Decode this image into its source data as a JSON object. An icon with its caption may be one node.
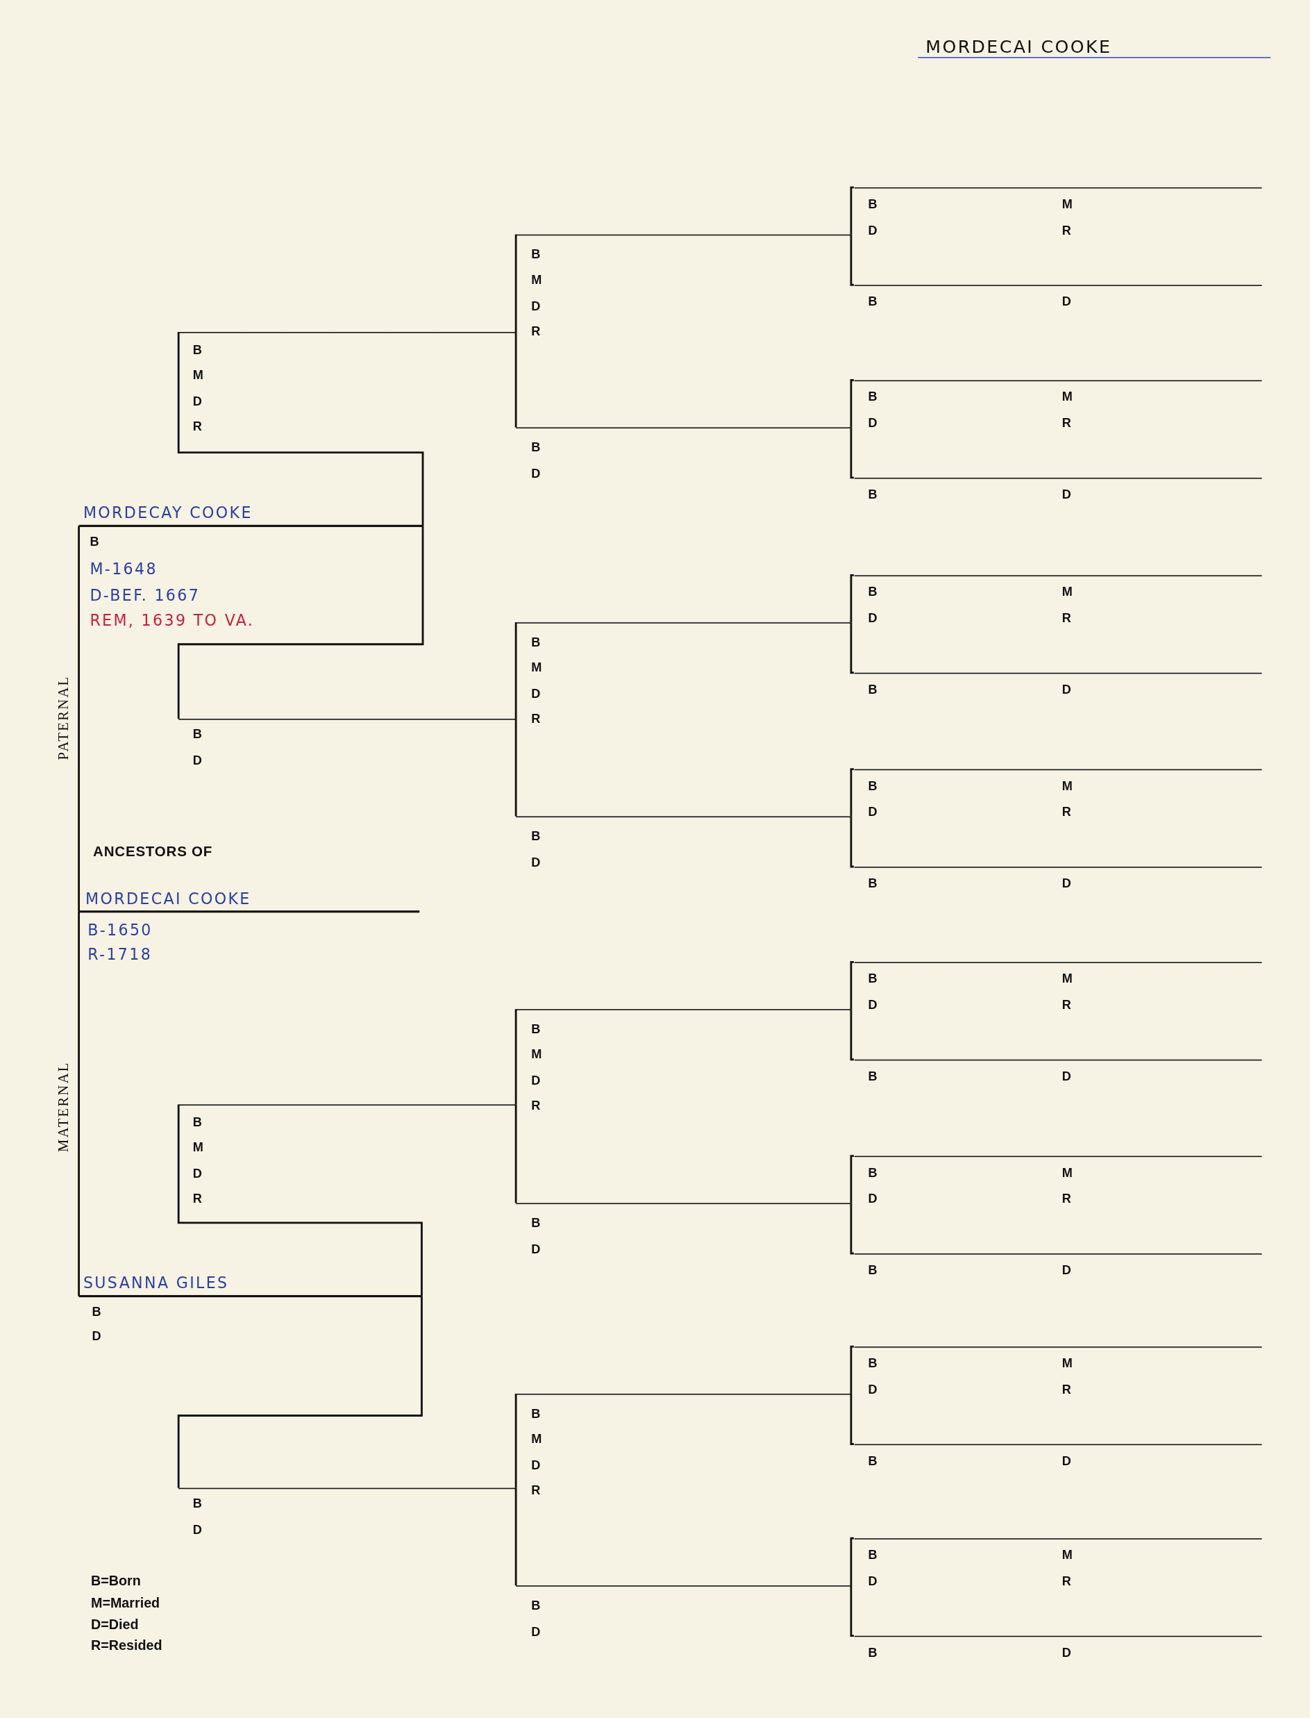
{
  "diagram": {
    "title": "MORDECAI COOKE",
    "nodes": [
      {
        "text": [
          "MORDECAI COOKE",
          "B-1650",
          "R-1718"
        ]
      },
      {
        "text": [
          "MORDECAY COOKE",
          "B",
          "M-1648",
          "D-BEF. 1667",
          "REM, 1639 TO VA."
        ]
      },
      {
        "text": [
          "SUSANNA GILES",
          "B",
          "D"
        ]
      },
      {
        "text": [
          "B",
          "M",
          "D",
          "R"
        ]
      },
      {
        "text": [
          "B",
          "D"
        ]
      },
      {
        "text": [
          "B",
          "M",
          "D",
          "R"
        ]
      },
      {
        "text": [
          "B",
          "D"
        ]
      },
      {
        "text": [
          "B",
          "M",
          "D",
          "R"
        ]
      },
      {
        "text": [
          "B",
          "D"
        ]
      },
      {
        "text": [
          "B",
          "M",
          "D",
          "R"
        ]
      },
      {
        "text": [
          "B",
          "D"
        ]
      },
      {
        "text": [
          "B",
          "M",
          "D",
          "R"
        ]
      },
      {
        "text": [
          "B",
          "D"
        ]
      },
      {
        "text": [
          "B",
          "M",
          "D",
          "R"
        ]
      },
      {
        "text": [
          "B",
          "D"
        ]
      },
      {
        "text": [
          "B",
          "M",
          "D",
          "R"
        ]
      },
      {
        "text": [
          "B",
          "D"
        ]
      },
      {
        "text": [
          "B",
          "M",
          "D",
          "R"
        ]
      },
      {
        "text": [
          "B",
          "D"
        ]
      },
      {
        "text": [
          "B",
          "M",
          "D",
          "R"
        ]
      },
      {
        "text": [
          "B",
          "D"
        ]
      },
      {
        "text": [
          "B",
          "M",
          "D",
          "R"
        ]
      },
      {
        "text": [
          "B",
          "D"
        ]
      },
      {
        "text": [
          "B",
          "M",
          "D",
          "R"
        ]
      },
      {
        "text": [
          "B",
          "D"
        ]
      },
      {
        "text": [
          "B",
          "M",
          "D",
          "R"
        ]
      },
      {
        "text": [
          "B",
          "D"
        ]
      },
      {
        "text": [
          "B",
          "M",
          "D",
          "R"
        ]
      },
      {
        "text": [
          "B",
          "D"
        ]
      },
      {
        "text": [
          "B",
          "M",
          "D",
          "R"
        ]
      },
      {
        "text": [
          "B",
          "D"
        ]
      }
    ],
    "edges": [
      {
        "from": 0,
        "to": 1,
        "arrow": "none"
      },
      {
        "from": 0,
        "to": 2,
        "arrow": "none"
      },
      {
        "from": 1,
        "to": 3,
        "arrow": "none"
      },
      {
        "from": 1,
        "to": 4,
        "arrow": "none"
      },
      {
        "from": 2,
        "to": 5,
        "arrow": "none"
      },
      {
        "from": 2,
        "to": 6,
        "arrow": "none"
      },
      {
        "from": 3,
        "to": 7,
        "arrow": "none"
      },
      {
        "from": 3,
        "to": 8,
        "arrow": "none"
      },
      {
        "from": 4,
        "to": 9,
        "arrow": "none"
      },
      {
        "from": 4,
        "to": 10,
        "arrow": "none"
      },
      {
        "from": 5,
        "to": 11,
        "arrow": "none"
      },
      {
        "from": 5,
        "to": 12,
        "arrow": "none"
      },
      {
        "from": 6,
        "to": 13,
        "arrow": "none"
      },
      {
        "from": 6,
        "to": 14,
        "arrow": "none"
      },
      {
        "from": 7,
        "to": 15,
        "arrow": "none"
      },
      {
        "from": 7,
        "to": 16,
        "arrow": "none"
      },
      {
        "from": 8,
        "to": 17,
        "arrow": "none"
      },
      {
        "from": 8,
        "to": 18,
        "arrow": "none"
      },
      {
        "from": 9,
        "to": 19,
        "arrow": "none"
      },
      {
        "from": 9,
        "to": 20,
        "arrow": "none"
      },
      {
        "from": 10,
        "to": 21,
        "arrow": "none"
      },
      {
        "from": 10,
        "to": 22,
        "arrow": "none"
      },
      {
        "from": 11,
        "to": 23,
        "arrow": "none"
      },
      {
        "from": 11,
        "to": 24,
        "arrow": "none"
      },
      {
        "from": 12,
        "to": 25,
        "arrow": "none"
      },
      {
        "from": 12,
        "to": 26,
        "arrow": "none"
      },
      {
        "from": 13,
        "to": 27,
        "arrow": "none"
      },
      {
        "from": 13,
        "to": 28,
        "arrow": "none"
      },
      {
        "from": 14,
        "to": 29,
        "arrow": "none"
      },
      {
        "from": 14,
        "to": 30,
        "arrow": "none"
      }
    ],
    "labels": [
      "PATERNAL",
      "MATERNAL",
      "ANCESTORS OF",
      "B=Born",
      "M=Married",
      "D=Died",
      "R=Resided"
    ]
  }
}
